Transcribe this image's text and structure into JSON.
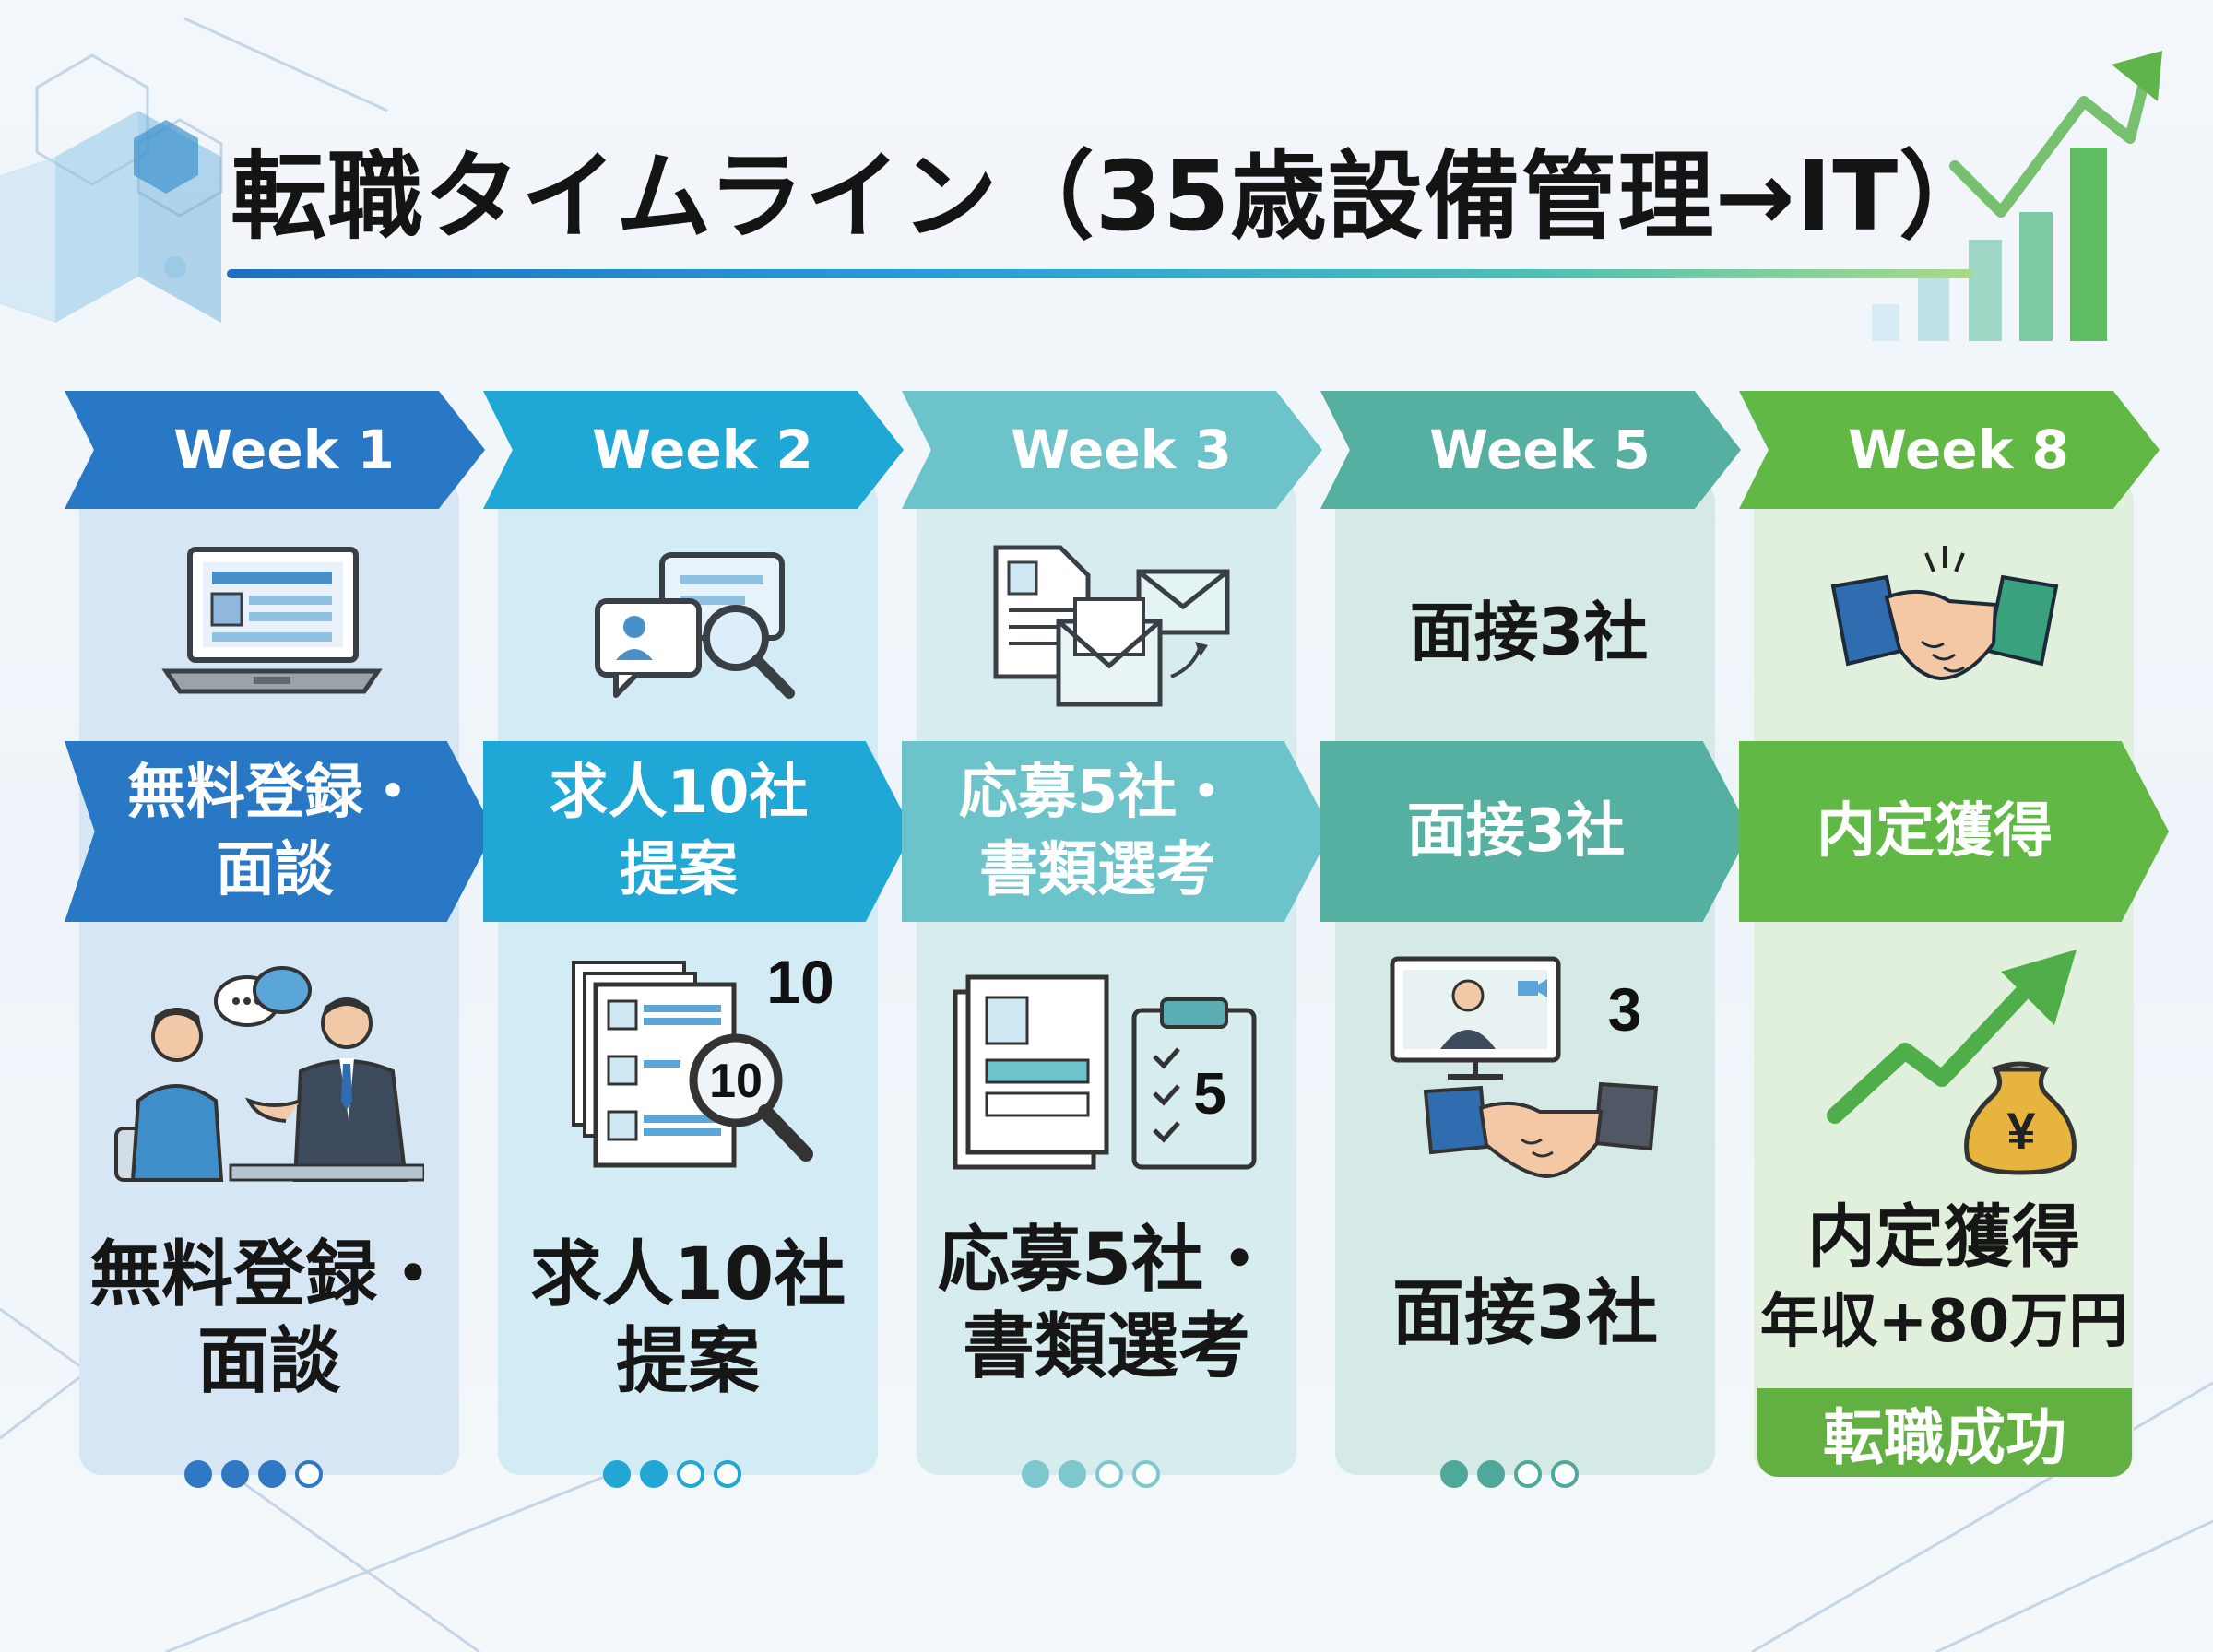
{
  "title": "転職タイムライン（35歳設備管理→IT）",
  "colors": {
    "week1": "#2878c6",
    "week2": "#1fa7d6",
    "week3": "#6cc3c9",
    "week5": "#55b0a2",
    "week8": "#62b845",
    "text": "#161616"
  },
  "columns": [
    {
      "week": "Week 1",
      "icon": "laptop-icon",
      "step_line1": "無料登録・",
      "step_line2": "面談",
      "illustration": "consultation-meeting-icon",
      "bottom_line1": "無料登録・",
      "bottom_line2": "面談",
      "progress": 3,
      "progress_total": 4
    },
    {
      "week": "Week 2",
      "icon": "chat-search-icon",
      "step_line1": "求人10社",
      "step_line2": "提案",
      "illustration": "job-listings-magnifier-icon",
      "illustration_count": "10",
      "magnifier_label": "10",
      "bottom_line1": "求人10社",
      "bottom_line2": "提案",
      "progress": 2,
      "progress_total": 4
    },
    {
      "week": "Week 3",
      "icon": "document-envelope-icon",
      "step_line1": "応募5社・",
      "step_line2": "書類選考",
      "illustration": "resume-clipboard-icon",
      "clipboard_label": "5",
      "bottom_line1": "応募5社・",
      "bottom_line2": "書類選考",
      "progress": 2,
      "progress_total": 4
    },
    {
      "week": "Week 5",
      "top_text": "面接3社",
      "step_line1": "面接3社",
      "illustration": "video-interview-handshake-icon",
      "illustration_count": "3",
      "bottom_line1": "面接3社",
      "progress": 2,
      "progress_total": 4
    },
    {
      "week": "Week 8",
      "icon": "handshake-icon",
      "step_line1": "内定獲得",
      "illustration": "growth-arrow-money-bag-icon",
      "money_symbol": "¥",
      "bottom_line1": "内定獲得",
      "bottom_line2": "年収+80万円",
      "badge": "転職成功"
    }
  ]
}
